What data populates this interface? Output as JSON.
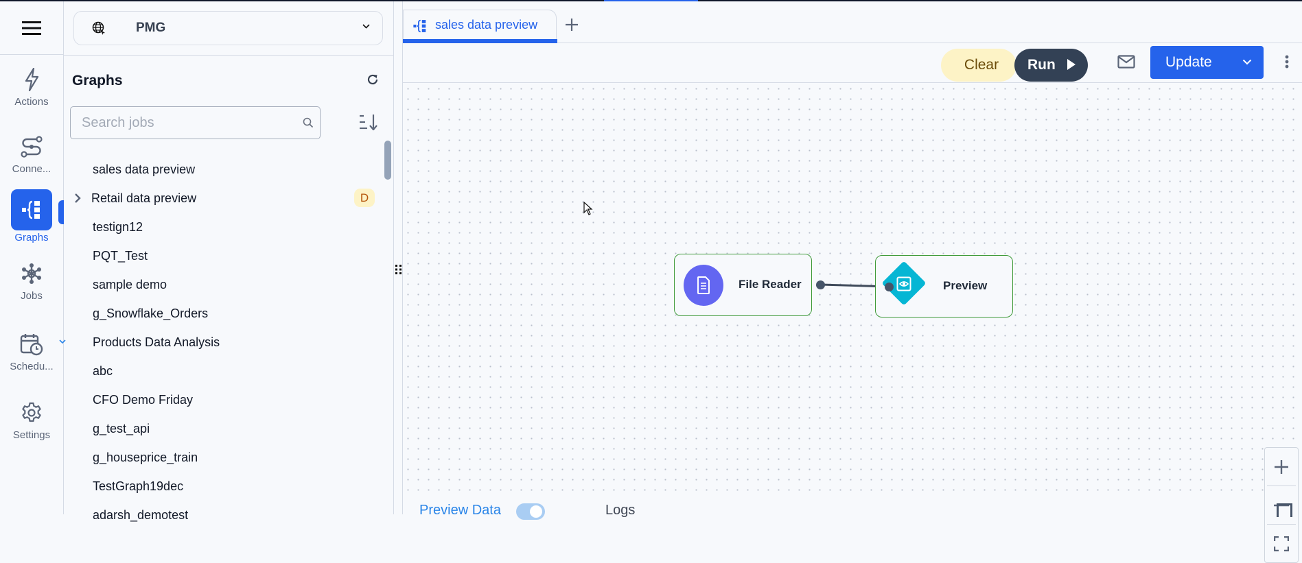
{
  "colors": {
    "accent": "#2563eb",
    "node_border": "#3f9a3a",
    "file_reader_icon": "#6366f1",
    "preview_icon": "#06b6d4",
    "run_button": "#334155",
    "clear_button": "#fdf3c6",
    "badge_bg": "#fdf3c6",
    "badge_text": "#b45309"
  },
  "nav": {
    "menu_icon": "hamburger-icon",
    "items": [
      {
        "label": "Actions",
        "icon": "lightning-icon",
        "active": false
      },
      {
        "label": "Conne...",
        "icon": "connections-icon",
        "active": false
      },
      {
        "label": "Graphs",
        "icon": "graph-icon",
        "active": true
      },
      {
        "label": "Jobs",
        "icon": "jobs-network-icon",
        "active": false
      },
      {
        "label": "Schedu...",
        "icon": "calendar-clock-icon",
        "active": false,
        "has_dropdown": true
      },
      {
        "label": "Settings",
        "icon": "gear-icon",
        "active": false
      }
    ]
  },
  "workspace": {
    "name": "PMG",
    "icon": "globe-icon"
  },
  "graphs_panel": {
    "title": "Graphs",
    "search_placeholder": "Search jobs",
    "search_value": "",
    "items": [
      {
        "name": "sales data preview"
      },
      {
        "name": "Retail data preview",
        "expandable": true,
        "badge": "D"
      },
      {
        "name": "testign12"
      },
      {
        "name": "PQT_Test"
      },
      {
        "name": "sample demo"
      },
      {
        "name": "g_Snowflake_Orders"
      },
      {
        "name": "Products Data Analysis"
      },
      {
        "name": "abc"
      },
      {
        "name": "CFO Demo Friday"
      },
      {
        "name": "g_test_api"
      },
      {
        "name": "g_houseprice_train"
      },
      {
        "name": "TestGraph19dec"
      },
      {
        "name": "adarsh_demotest"
      }
    ]
  },
  "tabs": [
    {
      "label": "sales data preview",
      "icon": "graph-icon",
      "active": true
    }
  ],
  "toolbar": {
    "clear_label": "Clear",
    "run_label": "Run",
    "update_label": "Update"
  },
  "canvas": {
    "nodes": [
      {
        "id": "file-reader",
        "label": "File Reader",
        "icon": "document-icon"
      },
      {
        "id": "preview",
        "label": "Preview",
        "icon": "eye-icon"
      }
    ],
    "edges": [
      {
        "from": "file-reader",
        "to": "preview"
      }
    ]
  },
  "bottom_panel": {
    "preview_data_label": "Preview Data",
    "preview_data_toggle": true,
    "logs_label": "Logs"
  }
}
